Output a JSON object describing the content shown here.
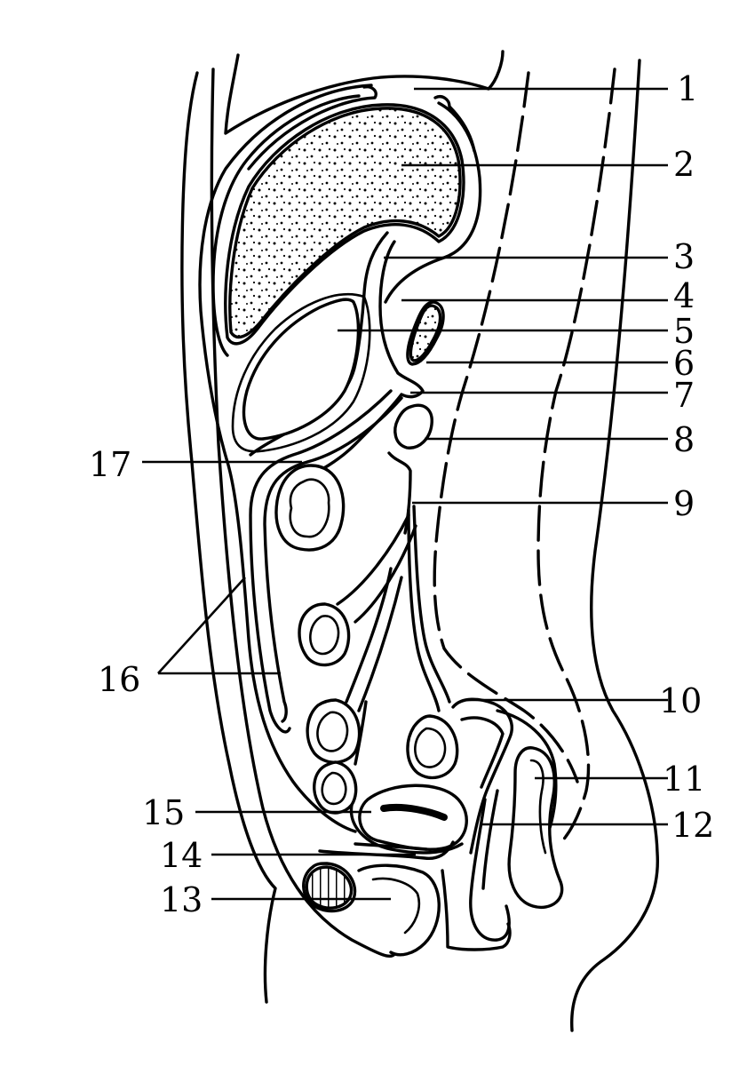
{
  "labels": {
    "l1": "1",
    "l2": "2",
    "l3": "3",
    "l4": "4",
    "l5": "5",
    "l6": "6",
    "l7": "7",
    "l8": "8",
    "l9": "9",
    "l10": "10",
    "l11": "11",
    "l12": "12",
    "l13": "13",
    "l14": "14",
    "l15": "15",
    "l16": "16",
    "l17": "17"
  },
  "colors": {
    "stroke": "#000000",
    "background": "#ffffff"
  }
}
